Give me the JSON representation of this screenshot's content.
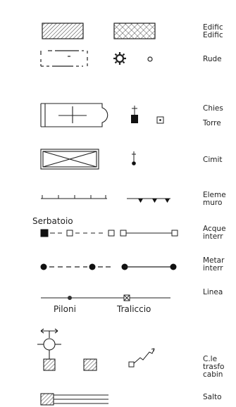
{
  "labels": {
    "edifici": "Edific\nEdific",
    "ruderi": "Rude",
    "chiese": "Chies",
    "torri": "Torre",
    "cimiteri": "Cimit",
    "elementi_muro": "Eleme\nmuro",
    "acquedotto": "Acque\ninterr",
    "metanodotto": "Metar\ninterr",
    "linea": "Linea",
    "centrale": "C.le\ntrasfo\ncabin",
    "salto": "Salto"
  },
  "captions": {
    "serbatoio": "Serbatoio",
    "piloni": "Piloni",
    "traliccio": "Traliccio"
  }
}
